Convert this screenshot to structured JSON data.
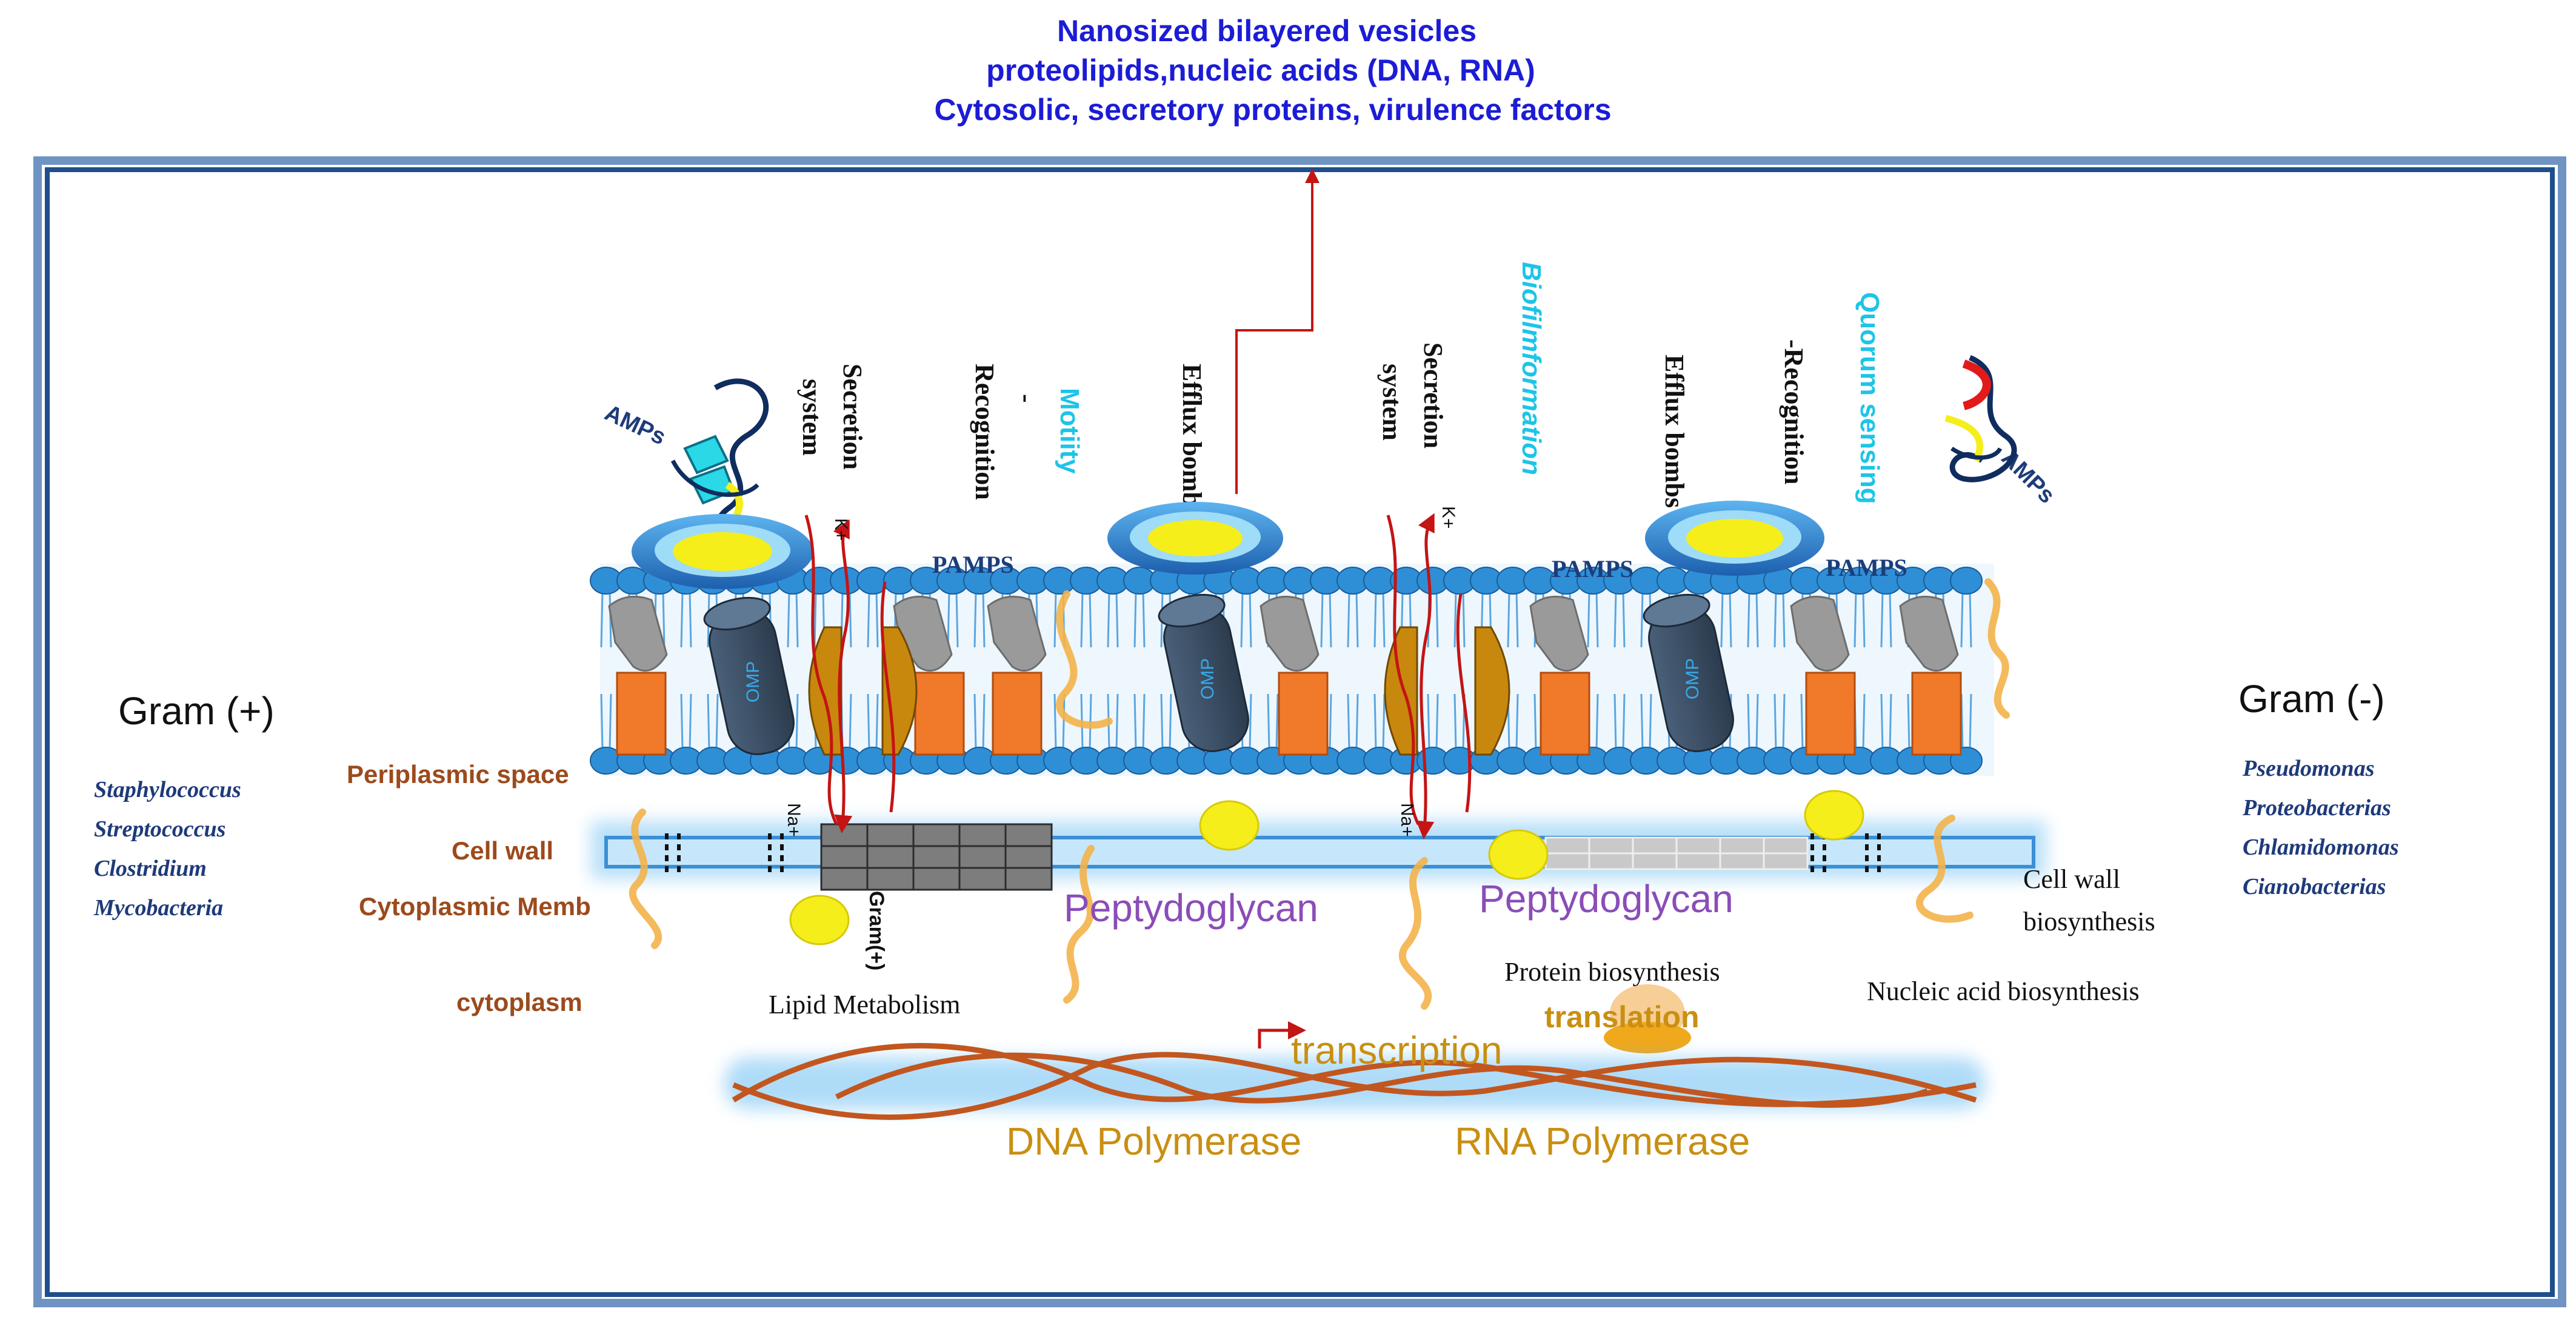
{
  "header": {
    "line1": "Nanosized bilayered vesicles",
    "line2": "proteolipids,nucleic acids (DNA, RNA)",
    "line3": "Cytosolic, secretory proteins, virulence factors"
  },
  "gram_positive": {
    "title": "Gram (+)",
    "organisms": [
      "Staphylococcus",
      "Streptococcus",
      "Clostridium",
      "Mycobacteria"
    ]
  },
  "gram_negative": {
    "title": "Gram (-)",
    "organisms": [
      "Pseudomonas",
      "Proteobacterias",
      "Chlamidomonas",
      "Cianobacterias"
    ]
  },
  "layers": {
    "periplasmic": "Periplasmic space",
    "cell_wall": "Cell wall",
    "cytoplasmic_memb": "Cytoplasmic Memb",
    "cytoplasm": "cytoplasm"
  },
  "vertical_labels": {
    "secretion_1a": "Secretion",
    "secretion_1b": "system",
    "recognition_1a": "-",
    "recognition_1b": "Recognition",
    "motility": "Motiity",
    "efflux_1": "Efflux bombs",
    "secretion_2a": "Secretion",
    "secretion_2b": "system",
    "biofilm": "Biofilmformation",
    "efflux_2": "Efflux bombs",
    "recognition_2": "-Recognition",
    "quorum": "Quorum   sensing"
  },
  "small_labels": {
    "amps_left": "AMPs",
    "amps_right": "AMPs",
    "pamps_1": "PAMPS",
    "pamps_2": "PAMPS",
    "pamps_3": "PAMPS",
    "omp": "OMP",
    "k_plus": "K+",
    "na_plus": "Na+",
    "gram_pos_small": "Gram(+)"
  },
  "processes": {
    "peptidoglycan_left": "Peptydoglycan",
    "peptidoglycan_right": "Peptydoglycan",
    "lipid_metabolism": "Lipid  Metabolism",
    "protein_biosynthesis": "Protein biosynthesis",
    "translation": "translation",
    "cell_wall_bio_1": "Cell wall",
    "cell_wall_bio_2": "biosynthesis",
    "nucleic_acid_bio": "Nucleic acid biosynthesis",
    "transcription": "transcription",
    "dna_polymerase": "DNA Polymerase",
    "rna_polymerase": "RNA Polymerase"
  },
  "colors": {
    "frame": "#1f4e8c",
    "header_blue": "#1c1cd6",
    "brown_label": "#9c4a1c",
    "cyan_label": "#1ec4e8",
    "purple": "#8a4db8",
    "gold": "#c98f12",
    "dna": "#c2561f",
    "lipid_head": "#2f8fd6",
    "orange_protein": "#f07a2a",
    "omp": "#3b4f63",
    "vesicle_ring": "#2d7fd0",
    "yellow": "#f5ee1a"
  }
}
